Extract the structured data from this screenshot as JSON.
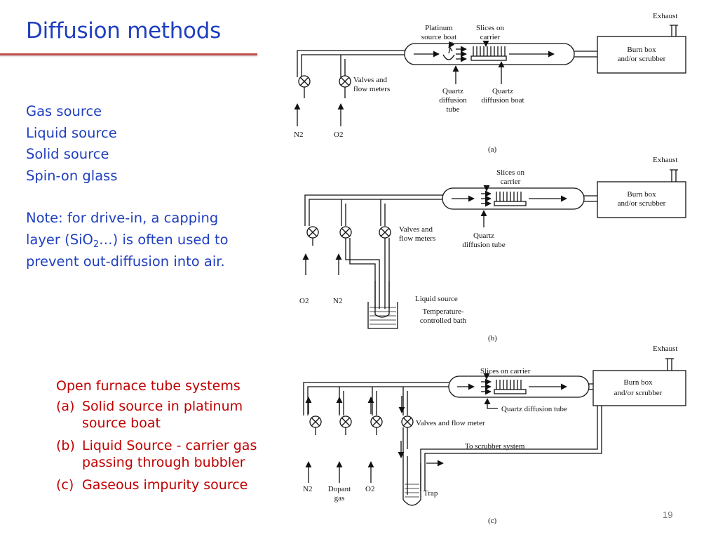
{
  "slide": {
    "title": "Diffusion methods",
    "sources": [
      "Gas source",
      "Liquid source",
      "Solid source",
      "Spin-on glass"
    ],
    "note": {
      "part1": "Note: for drive-in, a capping layer (SiO",
      "sub": "2",
      "part2": "…) is often used to prevent out-diffusion into air."
    },
    "caption": {
      "heading": "Open furnace tube systems",
      "items": [
        {
          "letter": "(a)",
          "text": "Solid source in platinum source boat"
        },
        {
          "letter": "(b)",
          "text": "Liquid Source - carrier gas passing through bubbler"
        },
        {
          "letter": "(c)",
          "text": "Gaseous impurity source"
        }
      ]
    },
    "page_number": "19"
  },
  "diagram_a": {
    "label": "(a)",
    "exhaust": "Exhaust",
    "burn_box": [
      "Burn box",
      "and/or scrubber"
    ],
    "platinum_boat": [
      "Platinum",
      "source boat"
    ],
    "slices": [
      "Slices on",
      "carrier"
    ],
    "valves": [
      "Valves and",
      "flow meters"
    ],
    "quartz_tube": [
      "Quartz",
      "diffusion",
      "tube"
    ],
    "quartz_boat": [
      "Quartz",
      "diffusion boat"
    ],
    "gas1": "N2",
    "gas2": "O2"
  },
  "diagram_b": {
    "label": "(b)",
    "exhaust": "Exhaust",
    "burn_box": [
      "Burn box",
      "and/or scrubber"
    ],
    "slices": [
      "Slices on",
      "carrier"
    ],
    "valves": [
      "Valves and",
      "flow meters"
    ],
    "quartz_tube": [
      "Quartz",
      "diffusion tube"
    ],
    "liquid_source": "Liquid source",
    "bath": [
      "Temperature-",
      "controlled bath"
    ],
    "gas1": "O2",
    "gas2": "N2"
  },
  "diagram_c": {
    "label": "(c)",
    "exhaust": "Exhaust",
    "burn_box": [
      "Burn box",
      "and/or scrubber"
    ],
    "slices": "Slices on carrier",
    "quartz_tube": "Quartz diffusion tube",
    "valves": "Valves and flow meter",
    "scrubber": "To scrubber system",
    "trap": "Trap",
    "gas1": "N2",
    "gas2": [
      "Dopant",
      "gas"
    ],
    "gas3": "O2"
  }
}
